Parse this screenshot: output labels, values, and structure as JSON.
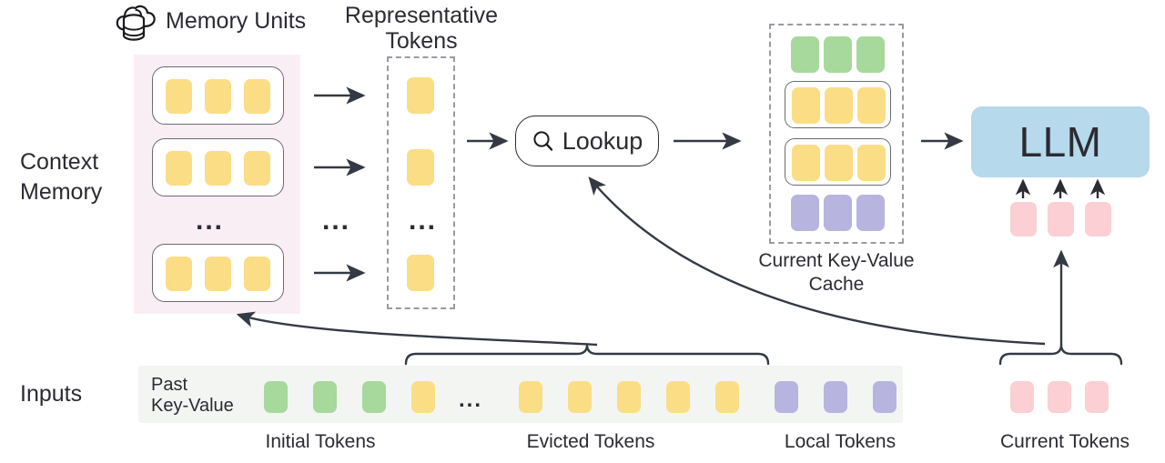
{
  "diagram": {
    "title_icons": {
      "memory_units_icon": "cloud-database-icon",
      "lookup_icon": "search-icon"
    },
    "labels": {
      "memory_units": "Memory Units",
      "representative_tokens_l1": "Representative",
      "representative_tokens_l2": "Tokens",
      "context_memory_l1": "Context",
      "context_memory_l2": "Memory",
      "inputs": "Inputs",
      "past_key_value_l1": "Past",
      "past_key_value_l2": "Key-Value",
      "lookup": "Lookup",
      "llm": "LLM",
      "current_kv_cache_l1": "Current Key-Value",
      "current_kv_cache_l2": "Cache",
      "initial_tokens": "Initial Tokens",
      "evicted_tokens": "Evicted Tokens",
      "local_tokens": "Local Tokens",
      "current_tokens": "Current Tokens",
      "ellipsis": "...",
      "ellipsis_small": "..."
    },
    "colors": {
      "token_yellow": "#fbdd85",
      "token_green": "#a6d99b",
      "token_purple": "#b7b4e0",
      "token_pink": "#fbcfd4",
      "llm_blue": "#b6d9ec",
      "memory_bg_pink": "#faeef5",
      "inputs_strip_gray": "#f3f5f3",
      "stroke_dark": "#2b2b33",
      "stroke_dashed": "#9a9aa2",
      "text": "#2b2b33"
    },
    "memory_units": {
      "unit_count_shown": 3,
      "tokens_per_unit": 3,
      "token_color": "token_yellow",
      "has_vertical_ellipsis": true
    },
    "representative_tokens": {
      "token_count_shown": 3,
      "token_color": "token_yellow",
      "has_vertical_ellipsis": true
    },
    "kv_cache": {
      "rows": [
        {
          "name": "initial",
          "color": "token_green",
          "count": 3,
          "boxed": false
        },
        {
          "name": "retrieved-a",
          "color": "token_yellow",
          "count": 3,
          "boxed": true
        },
        {
          "name": "retrieved-b",
          "color": "token_yellow",
          "count": 3,
          "boxed": true
        },
        {
          "name": "local",
          "color": "token_purple",
          "count": 3,
          "boxed": false
        }
      ]
    },
    "llm_inputs": {
      "token_count": 3,
      "token_color": "token_pink"
    },
    "input_sequence": [
      {
        "group": "initial",
        "color": "token_green",
        "count": 3
      },
      {
        "group": "evicted-head",
        "color": "token_yellow",
        "count": 1
      },
      {
        "group": "ellipsis",
        "color": null,
        "count": 1
      },
      {
        "group": "evicted-tail",
        "color": "token_yellow",
        "count": 5
      },
      {
        "group": "local",
        "color": "token_purple",
        "count": 3
      }
    ],
    "current_tokens_row": {
      "color": "token_pink",
      "count": 3
    },
    "arrows": [
      {
        "name": "unit-1-to-rep",
        "type": "straight"
      },
      {
        "name": "unit-2-to-rep",
        "type": "straight"
      },
      {
        "name": "unit-n-to-rep",
        "type": "straight"
      },
      {
        "name": "rep-to-lookup",
        "type": "straight"
      },
      {
        "name": "lookup-to-cache",
        "type": "straight"
      },
      {
        "name": "cache-to-llm",
        "type": "straight"
      },
      {
        "name": "evicted-to-memory",
        "type": "curved"
      },
      {
        "name": "current-to-lookup",
        "type": "curved"
      },
      {
        "name": "current-to-llm-inputs",
        "type": "straight-up"
      }
    ]
  }
}
